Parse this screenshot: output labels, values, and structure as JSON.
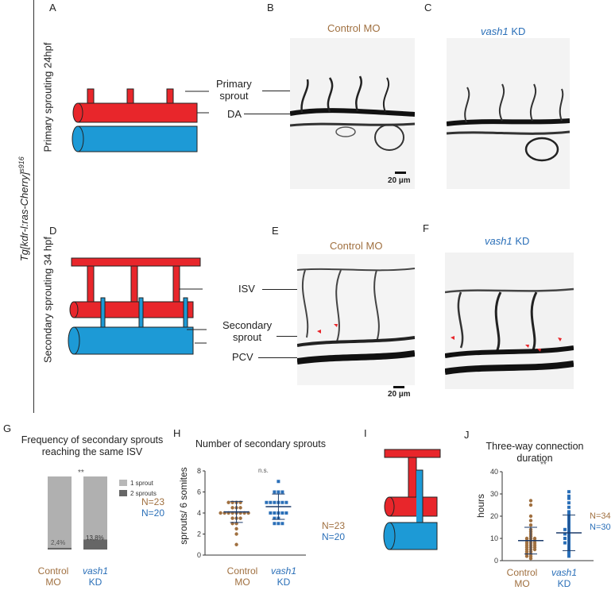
{
  "panels": {
    "A": "A",
    "B": "B",
    "C": "C",
    "D": "D",
    "E": "E",
    "F": "F",
    "G": "G",
    "H": "H",
    "I": "I",
    "J": "J"
  },
  "side_label": "Tg[kdr-l:ras-Cherry]",
  "side_label_sup": "s916",
  "row1_label": "Primary sprouting 24hpf",
  "row2_label": "Secondary sprouting 34 hpf",
  "diagram_labels": {
    "primary_sprout": "Primary\nsprout",
    "da": "DA",
    "isv": "ISV",
    "secondary_sprout": "Secondary\nsprout",
    "pcv": "PCV"
  },
  "control_mo": "Control MO",
  "vash1": "vash1",
  "kd": "KD",
  "scalebar": "20 µm",
  "colors": {
    "artery": "#e8262b",
    "vein": "#1d9ad6",
    "brown": "#a07040",
    "blue": "#2a6fb8"
  },
  "panel_g": {
    "title": "Frequency of secondary sprouts  reaching the same ISV",
    "sig": "**",
    "legend": [
      "1 sprout",
      "2 sprouts"
    ],
    "bar_labels": [
      "2,4%",
      "13,8%"
    ],
    "n_control": "N=23",
    "n_vash1": "N=20",
    "xcat1_line1": "Control",
    "xcat1_line2": "MO",
    "xcat2_line1": "vash1",
    "xcat2_line2": "KD"
  },
  "panel_h": {
    "title": "Number of secondary sprouts",
    "ylabel": "sprouts/ 6 somites",
    "sig": "n.s.",
    "n_control": "N=23",
    "n_vash1": "N=20",
    "yticks": [
      "0",
      "2",
      "4",
      "6",
      "8"
    ]
  },
  "panel_j": {
    "title": "Three-way  connection duration",
    "ylabel": "hours",
    "sig": "**",
    "n_control": "N=34",
    "n_vash1": "N=30",
    "yticks": [
      "0",
      "10",
      "20",
      "30",
      "40"
    ]
  },
  "chart_data": [
    {
      "type": "bar",
      "title": "Frequency of secondary sprouts  reaching the same ISV",
      "categories": [
        "Control MO",
        "vash1 KD"
      ],
      "series": [
        {
          "name": "1 sprout",
          "values": [
            97.6,
            86.2
          ]
        },
        {
          "name": "2 sprouts",
          "values": [
            2.4,
            13.8
          ]
        }
      ],
      "ylim": [
        0,
        100
      ]
    },
    {
      "type": "scatter",
      "title": "Number of secondary sprouts",
      "ylabel": "sprouts/ 6 somites",
      "categories": [
        "Control MO",
        "vash1 KD"
      ],
      "ylim": [
        0,
        8
      ],
      "series": [
        {
          "name": "Control MO",
          "values": [
            1,
            2,
            2.5,
            3,
            3,
            3.5,
            3.5,
            3.5,
            4,
            4,
            4,
            4,
            4,
            4,
            4,
            4,
            4.5,
            4.5,
            4.5,
            5,
            5,
            5,
            5
          ],
          "mean": 4.1,
          "sd": 1.0
        },
        {
          "name": "vash1 KD",
          "values": [
            3,
            3,
            3,
            3.5,
            3.5,
            4,
            4,
            4,
            4,
            4,
            5,
            5,
            5,
            5,
            5,
            5,
            6,
            6,
            6,
            7
          ],
          "mean": 4.6,
          "sd": 1.2
        }
      ]
    },
    {
      "type": "scatter",
      "title": "Three-way  connection duration",
      "ylabel": "hours",
      "categories": [
        "Control MO",
        "vash1 KD"
      ],
      "ylim": [
        0,
        40
      ],
      "series": [
        {
          "name": "Control MO",
          "values": [
            1,
            2,
            2,
            3,
            3,
            4,
            4,
            5,
            5,
            5,
            6,
            6,
            6,
            7,
            7,
            7,
            8,
            8,
            8,
            9,
            9,
            9,
            10,
            10,
            10,
            11,
            12,
            13,
            14,
            16,
            18,
            20,
            25,
            27
          ],
          "mean": 9,
          "sd": 6
        },
        {
          "name": "vash1 KD",
          "values": [
            2,
            3,
            4,
            5,
            6,
            7,
            8,
            8,
            9,
            10,
            10,
            11,
            12,
            12,
            13,
            14,
            14,
            15,
            16,
            17,
            18,
            19,
            20,
            21,
            22,
            24,
            26,
            28,
            29,
            31
          ],
          "mean": 12.5,
          "sd": 8
        }
      ]
    }
  ]
}
